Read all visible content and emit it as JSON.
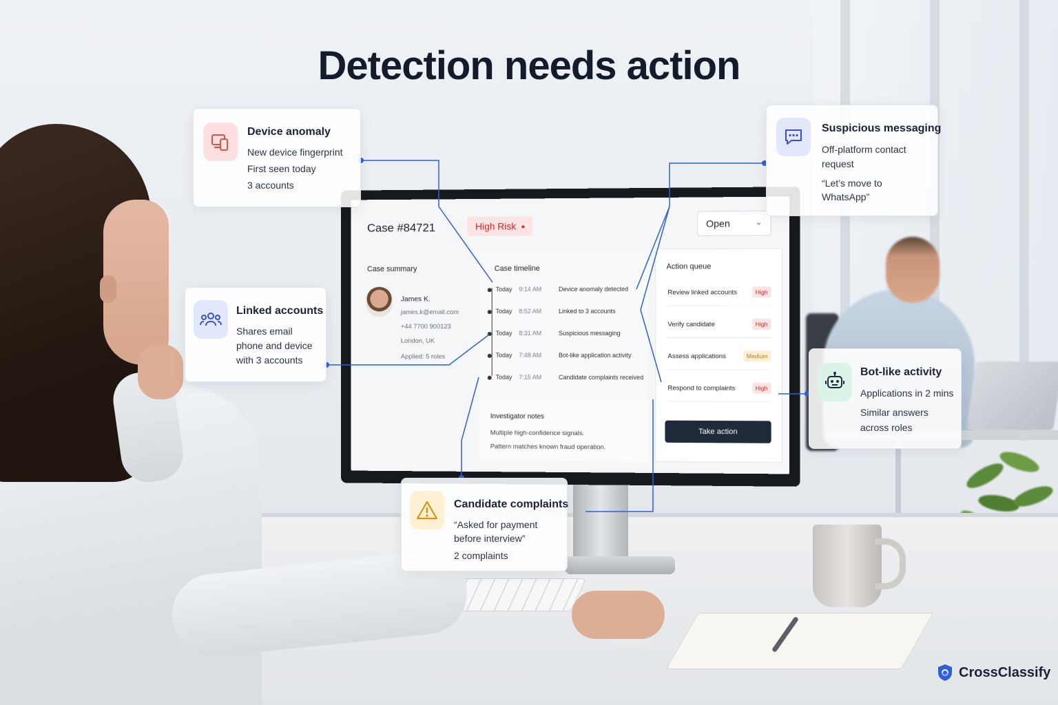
{
  "headline": "Detection needs action",
  "case": {
    "title": "Case #84721",
    "risk_label": "High Risk",
    "status_value": "Open"
  },
  "summary": {
    "title": "Case summary",
    "name": "James K.",
    "email": "james.k@email.com",
    "phone": "+44 7700 900123",
    "location": "London, UK",
    "applied": "Applied: 5 roles"
  },
  "timeline": {
    "title": "Case timeline",
    "rows": [
      {
        "day": "Today",
        "time": "9:14 AM",
        "event": "Device anomaly detected"
      },
      {
        "day": "Today",
        "time": "8:52 AM",
        "event": "Linked to 3 accounts"
      },
      {
        "day": "Today",
        "time": "8:31 AM",
        "event": "Suspicious messaging"
      },
      {
        "day": "Today",
        "time": "7:48 AM",
        "event": "Bot-like application activity"
      },
      {
        "day": "Today",
        "time": "7:15 AM",
        "event": "Candidate complaints received"
      }
    ]
  },
  "notes": {
    "title": "Investigator notes",
    "line1": "Multiple high-confidence signals.",
    "line2": "Pattern matches known fraud operation."
  },
  "queue": {
    "title": "Action queue",
    "items": [
      {
        "label": "Review linked accounts",
        "priority": "High"
      },
      {
        "label": "Verify candidate",
        "priority": "High"
      },
      {
        "label": "Assess applications",
        "priority": "Medium"
      },
      {
        "label": "Respond to complaints",
        "priority": "High"
      }
    ],
    "button": "Take action"
  },
  "callouts": {
    "device": {
      "title": "Device anomaly",
      "line1": "New device fingerprint",
      "line2": "First seen today",
      "line3": "3 accounts",
      "icon": "devices-icon"
    },
    "linked": {
      "title": "Linked accounts",
      "line1": "Shares email",
      "line2": "phone and device",
      "line3": "with 3 accounts",
      "icon": "users-icon"
    },
    "messaging": {
      "title": "Suspicious messaging",
      "line1": "Off-platform contact",
      "line2": "request",
      "line3": "“Let’s move to",
      "line4": "WhatsApp”",
      "icon": "chat-icon"
    },
    "bot": {
      "title": "Bot-like activity",
      "line1": "Applications in 2 mins",
      "line2": "Similar answers",
      "line3": "across roles",
      "icon": "robot-icon"
    },
    "complaints": {
      "title": "Candidate complaints",
      "line1": "“Asked for payment",
      "line2": "before interview”",
      "line3": "2 complaints",
      "icon": "warning-icon"
    }
  },
  "brand": {
    "name": "CrossClassify"
  },
  "colors": {
    "accent": "#2f5fd6",
    "high": "#c62828",
    "medium": "#b7791f",
    "button": "#1f2a3a"
  }
}
